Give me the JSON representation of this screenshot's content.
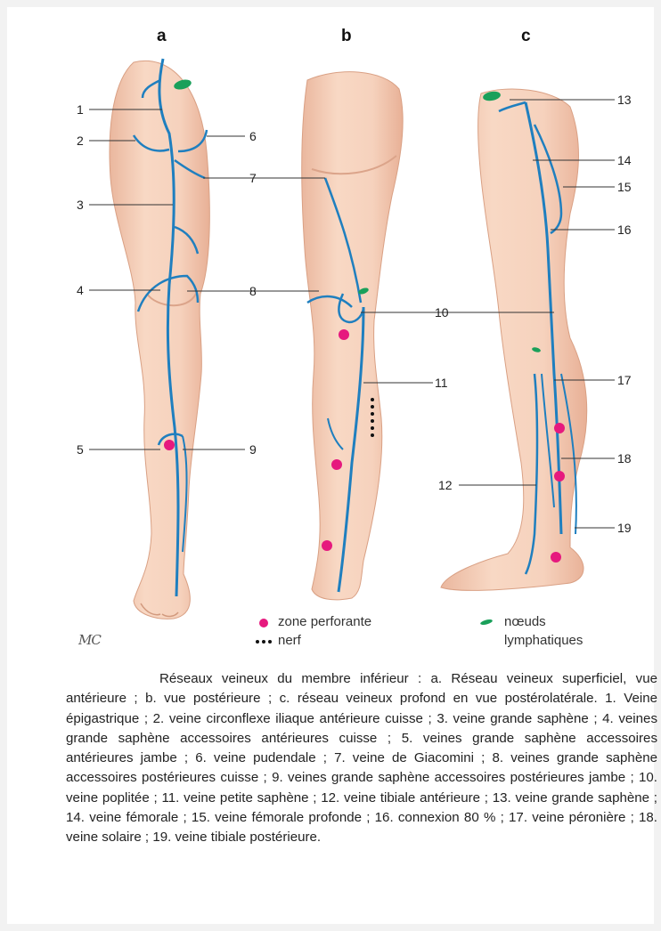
{
  "panels": [
    "a",
    "b",
    "c"
  ],
  "callouts": [
    "1",
    "2",
    "3",
    "4",
    "5",
    "6",
    "7",
    "8",
    "9",
    "10",
    "11",
    "12",
    "13",
    "14",
    "15",
    "16",
    "17",
    "18",
    "19"
  ],
  "legend": {
    "perforating_zone": "zone perforante",
    "nerve": "nerf",
    "lymph_nodes_line1": "nœuds",
    "lymph_nodes_line2": "lymphatiques"
  },
  "signature": "MC",
  "caption": "Réseaux veineux du membre inférieur : a. Réseau veineux superficiel, vue antérieure ; b. vue postérieure ; c. réseau veineux profond en vue postérolatérale. 1. Veine épigastrique ; 2. veine circonflexe iliaque antérieure cuisse ; 3. veine grande saphène ; 4. veines grande saphène accessoires antérieures cuisse ; 5. veines grande saphène accessoires antérieures jambe ; 6. veine pudendale ; 7. veine de Giacomini ; 8. veines grande saphène accessoires postérieures cuisse ; 9. veines grande saphène accessoires postérieures jambe ; 10. veine poplitée ; 11. veine petite saphène ; 12. veine tibiale antérieure ; 13. veine grande saphène ; 14. veine fémorale ; 15. veine fémorale profonde ; 16. connexion 80 % ; 17. veine péronière ; 18. veine solaire ; 19. veine tibiale postérieure.",
  "colors": {
    "skin": "#f6d2bd",
    "skin_shadow": "#e9b49b",
    "vein": "#1f7fbf",
    "perforating_zone": "#e6197e",
    "lymph_node": "#1aa05a",
    "leader_line": "#333333"
  }
}
